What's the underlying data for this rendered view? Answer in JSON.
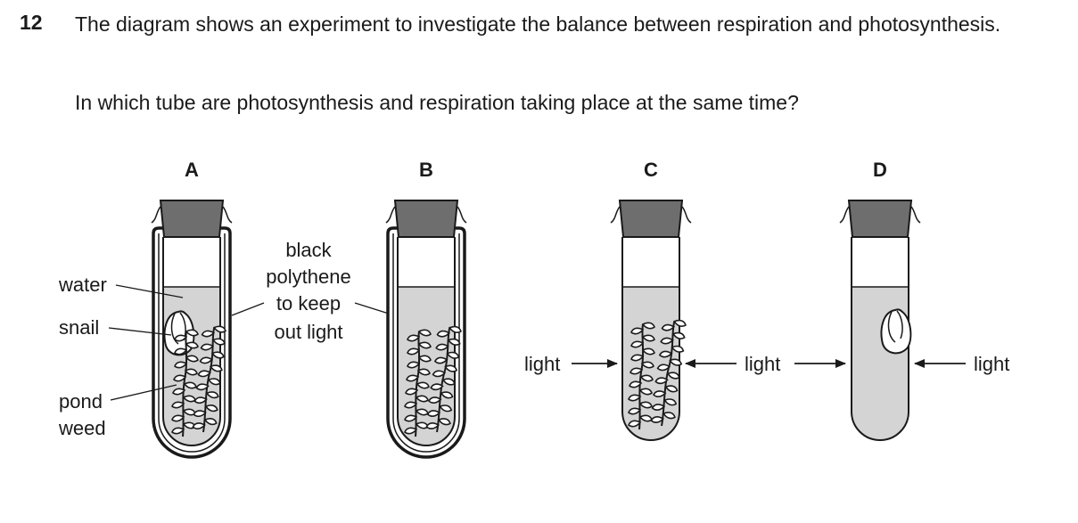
{
  "question": {
    "number": "12",
    "text": "The diagram shows an experiment to investigate the balance between respiration and photosynthesis.",
    "prompt": "In which tube are photosynthesis and respiration taking place at the same time?"
  },
  "tubes": [
    {
      "letter": "A",
      "contents": [
        "snail",
        "pond weed"
      ],
      "covered": true
    },
    {
      "letter": "B",
      "contents": [
        "pond weed"
      ],
      "covered": true
    },
    {
      "letter": "C",
      "contents": [
        "pond weed"
      ],
      "covered": false
    },
    {
      "letter": "D",
      "contents": [
        "snail"
      ],
      "covered": false
    }
  ],
  "labels": {
    "water": "water",
    "snail": "snail",
    "pond_weed_line1": "pond",
    "pond_weed_line2": "weed",
    "polythene_line1": "black",
    "polythene_line2": "polythene",
    "polythene_line3": "to keep",
    "polythene_line4": "out light",
    "light": "light"
  },
  "colors": {
    "water": "#d4d4d4",
    "bung": "#6e6e6e",
    "outline": "#1a1a1a"
  }
}
